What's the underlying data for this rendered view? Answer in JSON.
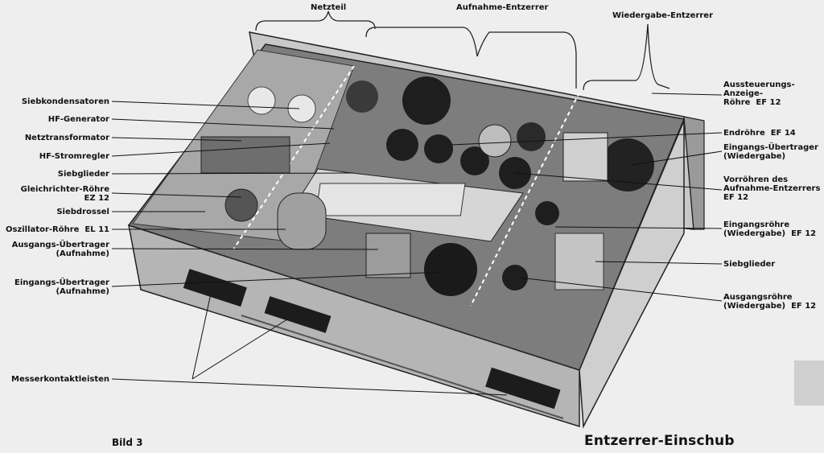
{
  "top_labels": {
    "netzteil": "Netzteil",
    "aufnahme": "Aufnahme-Entzerrer",
    "wiedergabe": "Wiedergabe-Entzerrer"
  },
  "left_labels": [
    "Siebkondensatoren",
    "HF-Generator",
    "Netztransformator",
    "HF-Stromregler",
    "Siebglieder",
    "Gleichrichter-Röhre\nEZ 12",
    "Siebdrossel",
    "Oszillator-Röhre  EL 11",
    "Ausgangs-Übertrager\n(Aufnahme)",
    "Eingangs-Übertrager\n(Aufnahme)",
    "Messerkontaktleisten"
  ],
  "right_labels": [
    "Aussteuerungs-\nAnzeige-\nRöhre  EF 12",
    "Endröhre  EF 14",
    "Eingangs-Übertrager\n(Wiedergabe)",
    "Vorröhren des\nAufnahme-Entzerrers\nEF 12",
    "Eingangsröhre\n(Wiedergabe)  EF 12",
    "Siebglieder",
    "Ausgangsröhre\n(Wiedergabe)  EF 12"
  ],
  "captions": {
    "figure_number": "Bild 3",
    "title": "Entzerrer-Einschub"
  }
}
